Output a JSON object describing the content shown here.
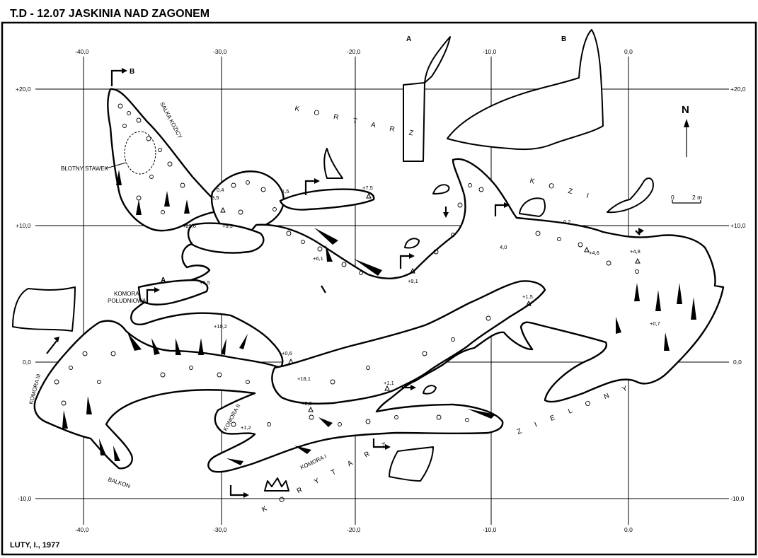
{
  "title": "T.D - 12.07  JASKINIA NAD ZAGONEM",
  "author": "LUTY, I., 1977",
  "grid": {
    "x_labels": [
      "-40,0",
      "-30,0",
      "-20,0",
      "-10,0",
      "0,0"
    ],
    "y_labels": [
      "+20,0",
      "+10,0",
      "0,0",
      "-10,0"
    ]
  },
  "north": "N",
  "scale": {
    "start": "0",
    "end": "2 m"
  },
  "labels": {
    "salka_kozicy": "SALKA KOZICY",
    "blotny_stawek": "BŁOTNY STAWEK",
    "komora_poludniowa_1": "KOMORA",
    "komora_poludniowa_2": "POŁUDNIOWA",
    "komora_iii": "KOMORA III",
    "komora_ii": "KOMORA II",
    "komora_i": "KOMORA I",
    "balkon": "BALKON",
    "kortarz": "K O R T A R Z",
    "kozi": "K O Z I",
    "korytarz": "K O R Y T A R Z",
    "zielony": "Z I E L O N Y"
  },
  "sections": {
    "a": "A",
    "b": "B"
  },
  "spot_heights": [
    "+7,5",
    "1,5",
    "0,4",
    "3,5",
    "+22,6",
    "+5,3",
    "+6,1",
    "+9,1",
    "4,0",
    "0,2",
    "+4,6",
    "+4,8",
    "+1,5",
    "+0,7",
    "+6,5",
    "+10,2",
    "+0,6",
    "+18,1",
    "+1,1",
    "+2,8",
    "+1,2"
  ]
}
